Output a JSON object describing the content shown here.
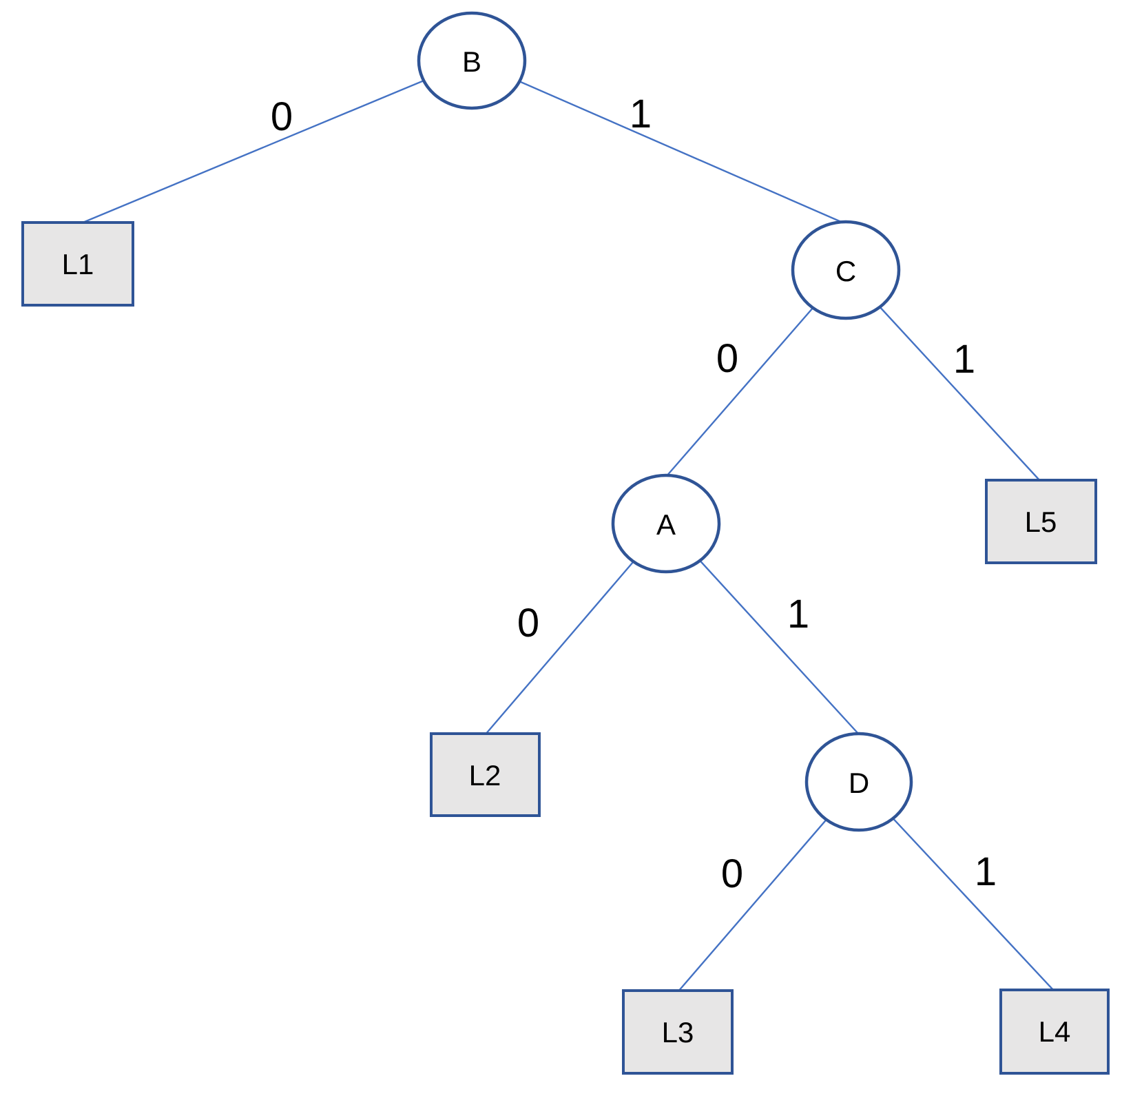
{
  "diagram": {
    "type": "binary-tree",
    "colors": {
      "background": "#ffffff",
      "edge_line": "#4472C4",
      "node_stroke": "#2F5496",
      "node_fill": "#FFFFFF",
      "leaf_fill": "#E7E6E6",
      "leaf_stroke": "#2F5496",
      "text": "#000000"
    },
    "nodes": [
      {
        "id": "B",
        "label": "B"
      },
      {
        "id": "C",
        "label": "C"
      },
      {
        "id": "A",
        "label": "A"
      },
      {
        "id": "D",
        "label": "D"
      }
    ],
    "leaves": [
      {
        "id": "L1",
        "label": "L1"
      },
      {
        "id": "L2",
        "label": "L2"
      },
      {
        "id": "L3",
        "label": "L3"
      },
      {
        "id": "L4",
        "label": "L4"
      },
      {
        "id": "L5",
        "label": "L5"
      }
    ],
    "edges": [
      {
        "from": "B",
        "to": "L1",
        "label": "0"
      },
      {
        "from": "B",
        "to": "C",
        "label": "1"
      },
      {
        "from": "C",
        "to": "A",
        "label": "0"
      },
      {
        "from": "C",
        "to": "L5",
        "label": "1"
      },
      {
        "from": "A",
        "to": "L2",
        "label": "0"
      },
      {
        "from": "A",
        "to": "D",
        "label": "1"
      },
      {
        "from": "D",
        "to": "L3",
        "label": "0"
      },
      {
        "from": "D",
        "to": "L4",
        "label": "1"
      }
    ]
  }
}
